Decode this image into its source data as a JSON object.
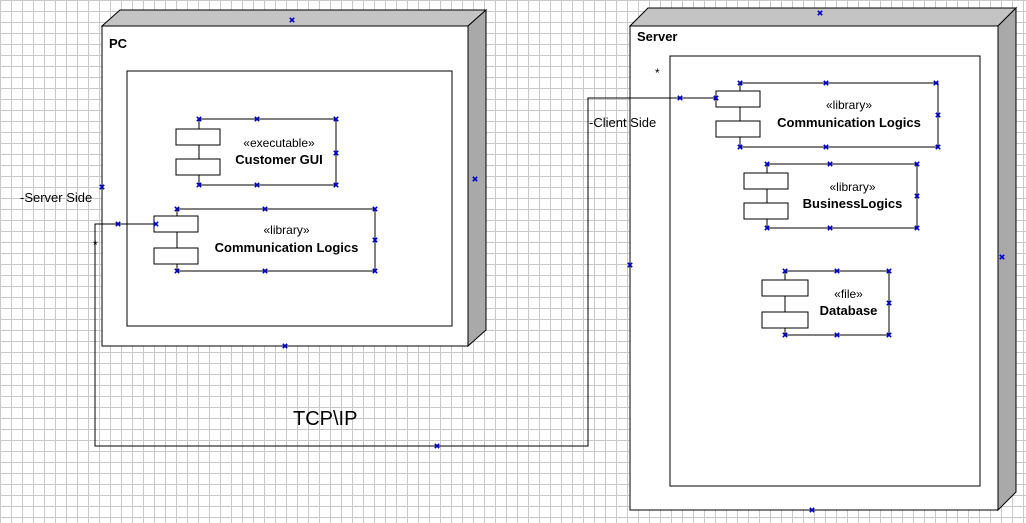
{
  "diagram": {
    "nodes": [
      {
        "id": "pc",
        "title": "PC",
        "components": [
          {
            "id": "customer-gui",
            "stereotype": "«executable»",
            "name": "Customer GUI"
          },
          {
            "id": "pc-comm",
            "stereotype": "«library»",
            "name": "Communication Logics"
          }
        ]
      },
      {
        "id": "server",
        "title": "Server",
        "components": [
          {
            "id": "server-comm",
            "stereotype": "«library»",
            "name": "Communication Logics"
          },
          {
            "id": "business",
            "stereotype": "«library»",
            "name": "BusinessLogics"
          },
          {
            "id": "database",
            "stereotype": "«file»",
            "name": "Database"
          }
        ]
      }
    ],
    "connection": {
      "label": "TCP\\IP",
      "end_a_role": "-Server Side",
      "end_a_multiplicity": "*",
      "end_b_role": "-Client Side",
      "end_b_multiplicity": "*"
    },
    "colors": {
      "line": "#000000",
      "node_side": "#a9a9a9",
      "node_top": "#c4c4c4",
      "handle": "#0000cc",
      "grid": "#c8c8c8"
    }
  }
}
